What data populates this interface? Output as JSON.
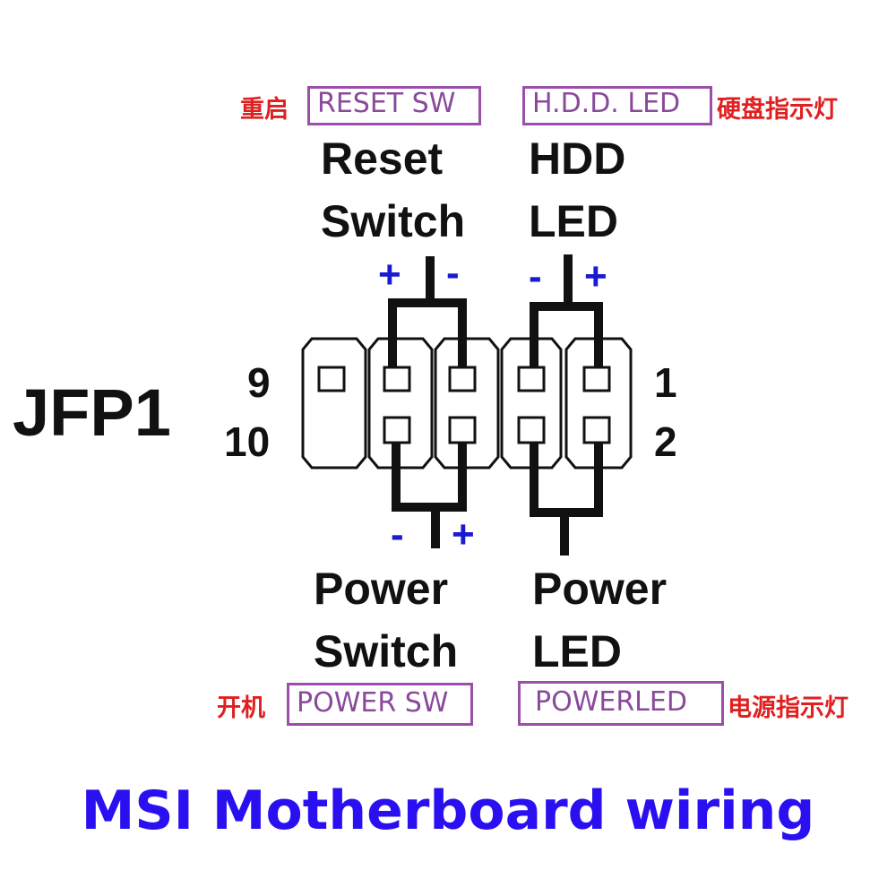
{
  "header": "JFP1",
  "pins": {
    "top_right": "1",
    "bottom_right": "2",
    "top_left": "9",
    "bottom_left": "10"
  },
  "groups": {
    "reset": {
      "cn": "重启",
      "box": "RESET SW",
      "line1": "Reset",
      "line2": "Switch",
      "left_sign": "+",
      "right_sign": "-"
    },
    "hdd": {
      "cn": "硬盘指示灯",
      "box": "H.D.D.  LED",
      "line1": "HDD",
      "line2": "LED",
      "left_sign": "-",
      "right_sign": "+"
    },
    "power_sw": {
      "cn": "开机",
      "box": "POWER SW",
      "line1": "Power",
      "line2": "Switch",
      "left_sign": "-",
      "right_sign": "+"
    },
    "power_led": {
      "cn": "电源指示灯",
      "box": "POWERLED",
      "line1": "Power",
      "line2": "LED"
    }
  },
  "title": "MSI Motherboard wiring",
  "colors": {
    "sign": "#1a1ad0",
    "box": "#9b4fa8",
    "cn": "#e02020",
    "title": "#2a10f0"
  }
}
